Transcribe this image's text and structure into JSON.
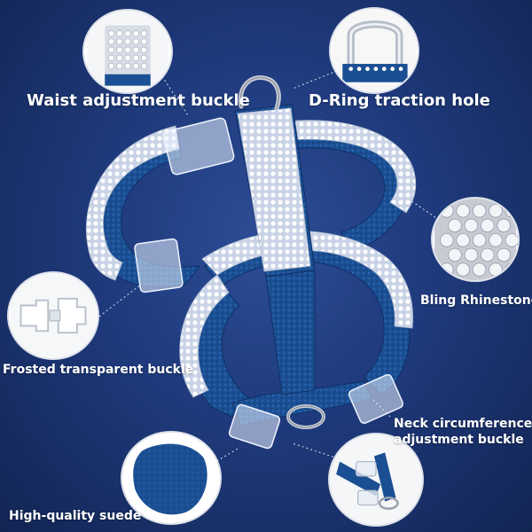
{
  "colors": {
    "background": "#1f3a7c",
    "suede": "#1b4f93",
    "rhinestone": "#e8eef8",
    "hardware": "#c9ced6"
  },
  "labels": {
    "waist": "Waist adjustment buckle",
    "dring": "D-Ring traction hole",
    "bling": "Bling Rhinestone",
    "frosted": "Frosted transparent buckle",
    "neck_line1": "Neck circumference",
    "neck_line2": "adjustment buckle",
    "suede": "High-quality suede"
  },
  "icons": [
    "rhinestone-strap-icon",
    "d-ring-icon",
    "rhinestone-closeup-icon",
    "buckle-icon",
    "suede-texture-icon",
    "neck-buckle-icon"
  ]
}
